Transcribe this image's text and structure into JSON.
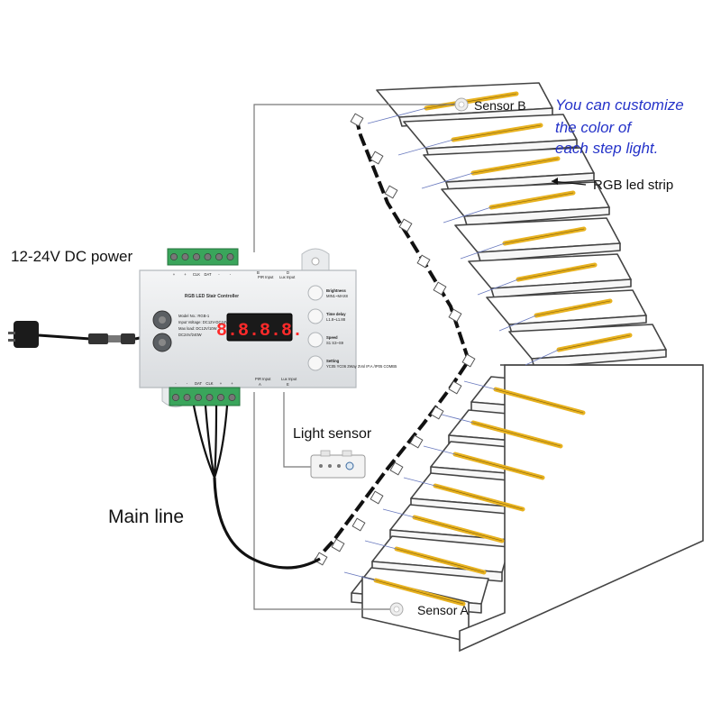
{
  "labels": {
    "power": "12-24V DC power",
    "main_line": "Main line",
    "light_sensor": "Light sensor",
    "sensor_a": "Sensor A",
    "sensor_b": "Sensor B",
    "rgb_strip": "RGB led strip",
    "customize": [
      "You can customize",
      "the color of",
      "each step light."
    ]
  },
  "controller": {
    "title": "RGB LED Stair Controller",
    "display": "8.8.8.8.",
    "top_terminals": [
      "+",
      "+",
      "CLK",
      "DAT",
      "-",
      "-"
    ],
    "bottom_terminals": [
      "-",
      "-",
      "DAT",
      "CLK",
      "+",
      "+"
    ],
    "top_ports": [
      "PIR Input",
      "Lux Input"
    ],
    "top_port_ids": [
      "B",
      "D"
    ],
    "bottom_ports": [
      "PIR Input",
      "Lux Input"
    ],
    "bottom_port_ids": [
      "A",
      "E"
    ],
    "info": [
      "Model No.: RGB-1",
      "Input Voltage: DC12V-DC24V",
      "Max load: DC12V/10W",
      "DC24V/240W"
    ],
    "buttons": [
      {
        "name": "Brightness",
        "sub": "MIN1~MAX8"
      },
      {
        "name": "Time delay",
        "sub": "L1.8~L1.88"
      },
      {
        "name": "Speed",
        "sub": "S1 S3~S9"
      },
      {
        "name": "Setting",
        "sub": "YC05 YC06 2Way 3Vol IP.A  /IP05 COMB5"
      }
    ]
  },
  "colors": {
    "led": "#e8b21f",
    "wire": "#111111",
    "text_blue": "#2533c9",
    "terminal_green": "#3aa55b",
    "display_red": "#ff2a2a"
  }
}
